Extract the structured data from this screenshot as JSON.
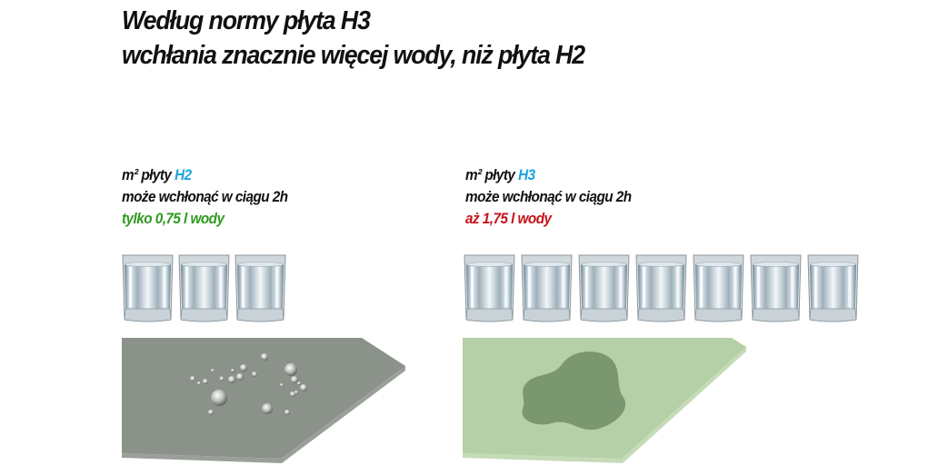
{
  "title": {
    "line1": "Według normy płyta H3",
    "line2": "wchłania znacznie więcej wody, niż płyta H2"
  },
  "left": {
    "line1_prefix": "m² płyty ",
    "board_type": "H2",
    "line2": "może wchłonąć w ciągu 2h",
    "amount": "tylko 0,75 l wody",
    "glass_count": 3
  },
  "right": {
    "line1_prefix": "m² płyty ",
    "board_type": "H3",
    "line2": "może wchłonąć w ciągu 2h",
    "amount": "aż 1,75 l wody",
    "glass_count": 7
  },
  "colors": {
    "h2_blue": "#1ba3df",
    "amount_green": "#2e9a1f",
    "amount_red": "#c4121a",
    "board_h2": "#8b928a",
    "board_h3": "#b5d0a6",
    "stain_h3": "#7a9770"
  }
}
